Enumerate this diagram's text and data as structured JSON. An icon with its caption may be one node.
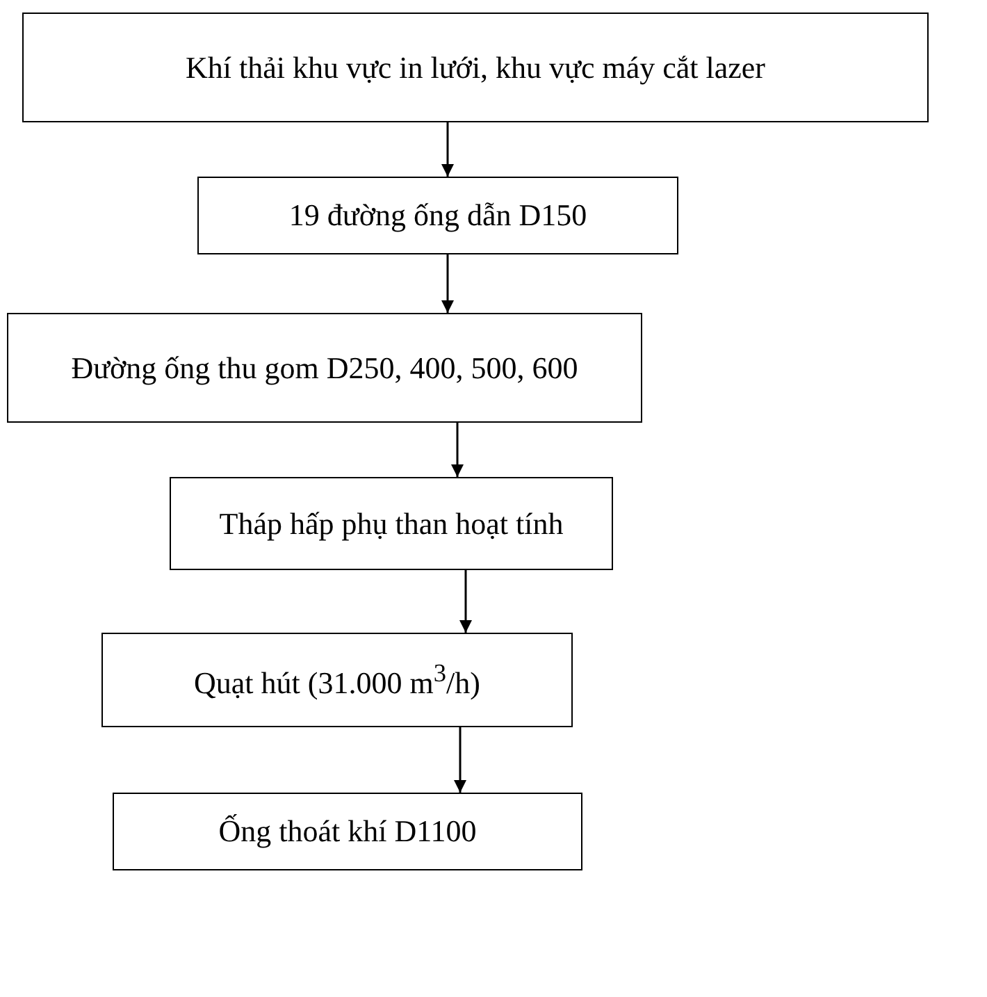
{
  "diagram": {
    "nodes": [
      {
        "text": [
          "Khí thải khu vực in lưới, khu vực máy cắt lazer"
        ]
      },
      {
        "text": [
          "19 đường ống dẫn D150"
        ]
      },
      {
        "text": [
          "Đường ống thu gom D250, 400, 500, 600"
        ]
      },
      {
        "text": [
          "Tháp hấp phụ than hoạt tính"
        ]
      },
      {
        "text": [
          "Quạt hút (31.000 m$^{3}$/h)"
        ]
      },
      {
        "text": [
          "Ống thoát khí D1100"
        ]
      }
    ],
    "edges": [
      {
        "from": 0,
        "to": 1,
        "arrow": "to"
      },
      {
        "from": 1,
        "to": 2,
        "arrow": "to"
      },
      {
        "from": 2,
        "to": 3,
        "arrow": "to"
      },
      {
        "from": 3,
        "to": 4,
        "arrow": "to"
      },
      {
        "from": 4,
        "to": 5,
        "arrow": "to"
      }
    ]
  }
}
